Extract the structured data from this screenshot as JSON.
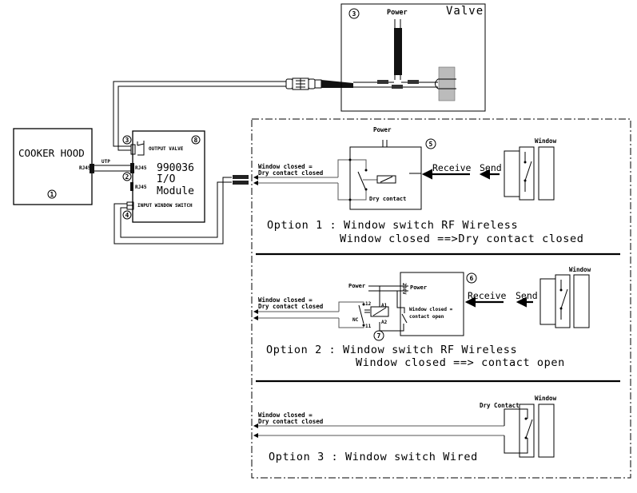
{
  "diagram": {
    "components": {
      "cooker_hood": {
        "label": "COOKER HOOD",
        "number": "1",
        "port": "RJ45"
      },
      "module": {
        "lines": [
          "990036",
          "I/O",
          "Module"
        ],
        "number": "8",
        "port_top": "RJ45",
        "port_bottom": "RJ45",
        "output_label": "OUTPUT VALVE",
        "input_label": "INPUT WINDOW SWITCH",
        "output_number": "3",
        "input_number": "4",
        "utp_number": "2"
      },
      "cable": {
        "label": "UTP"
      },
      "valve": {
        "label": "Valve",
        "number": "3",
        "power_label": "Power"
      }
    },
    "options": [
      {
        "number": "5",
        "power_label": "Power",
        "wire_label_line1": "Window closed =",
        "wire_label_line2": "Dry contact  closed",
        "contact_label": "Dry contact",
        "receive_label": "Receive",
        "send_label": "Send",
        "window_label": "Window",
        "title_line1": "Option 1 : Window switch RF Wireless",
        "title_line2": "Window closed ==>Dry contact closed"
      },
      {
        "number": "6",
        "relay_number": "7",
        "power_label_ext": "Power",
        "power_label_int": "Power",
        "voltage_label": "230V",
        "wire_label_line1": "Window closed =",
        "wire_label_line2": "Dry contact closed",
        "contact_label_line1": "Window closed =",
        "contact_label_line2": "contact open",
        "relay_terminals": {
          "a1": "A1",
          "a2": "A2",
          "t12": "12",
          "t11": "11",
          "nc": "NC"
        },
        "receive_label": "Receive",
        "send_label": "Send",
        "window_label": "Window",
        "title_line1": "Option 2 : Window switch RF Wireless",
        "title_line2": "Window closed ==> contact open"
      },
      {
        "wire_label_line1": "Window closed =",
        "wire_label_line2": "Dry contact  closed",
        "contact_label": "Dry Contact",
        "window_label": "Window",
        "title_line1": "Option 3 :  Window switch Wired"
      }
    ]
  }
}
